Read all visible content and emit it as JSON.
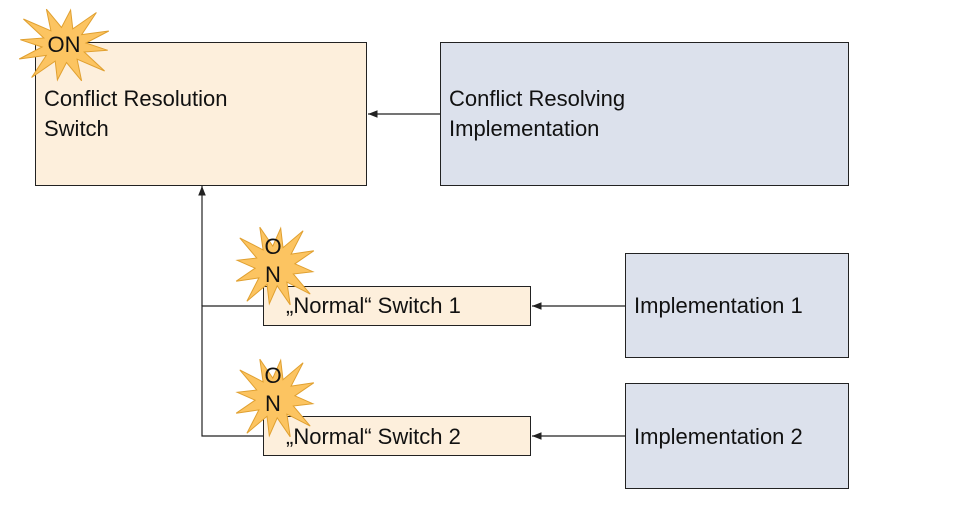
{
  "colors": {
    "switch_fill": "#fdefdc",
    "impl_fill": "#dce1ec",
    "star_fill": "#fcc461",
    "star_stroke": "#e0a030",
    "line": "#222222"
  },
  "nodes": {
    "conflict_switch": {
      "label": "Conflict Resolution\nSwitch",
      "badge": "ON"
    },
    "conflict_impl": {
      "label": "Conflict Resolving\nImplementation"
    },
    "normal_switch_1": {
      "label": "„Normal“ Switch 1",
      "badge": "ON"
    },
    "normal_switch_2": {
      "label": "„Normal“ Switch 2",
      "badge": "ON"
    },
    "impl_1": {
      "label": "Implementation  1"
    },
    "impl_2": {
      "label": "Implementation  2"
    }
  },
  "edges": [
    {
      "from": "conflict_impl",
      "to": "conflict_switch"
    },
    {
      "from": "impl_1",
      "to": "normal_switch_1"
    },
    {
      "from": "impl_2",
      "to": "normal_switch_2"
    },
    {
      "from": "normal_switch_1",
      "to": "conflict_switch"
    },
    {
      "from": "normal_switch_2",
      "to": "conflict_switch"
    }
  ]
}
